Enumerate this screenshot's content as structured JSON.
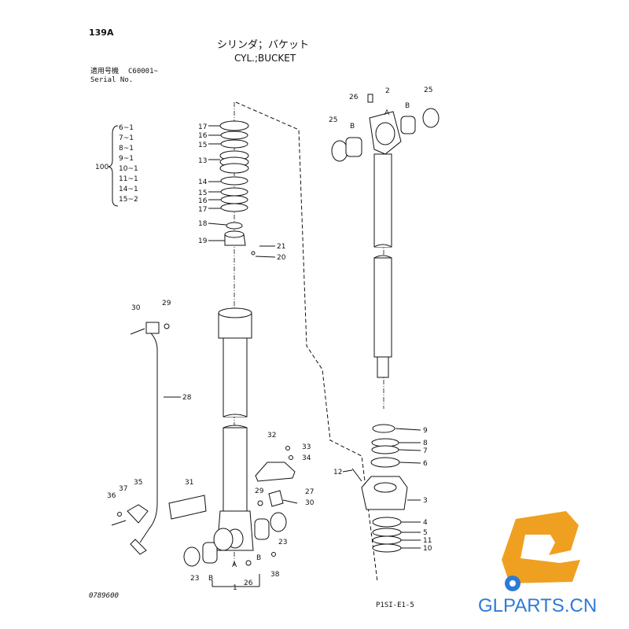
{
  "header": {
    "page_code": "139A",
    "title_jp": "シリンダ；バケット",
    "title_en": "CYL.;BUCKET",
    "serial_label_jp": "適用号機",
    "serial_value": "C60001~",
    "serial_label_en": "Serial No."
  },
  "kit": {
    "number": "100",
    "items": [
      "6~1",
      "7~1",
      "8~1",
      "9~1",
      "10~1",
      "11~1",
      "14~1",
      "15~2"
    ]
  },
  "callouts": {
    "c1": "1",
    "c2": "2",
    "c3": "3",
    "c4": "4",
    "c5": "5",
    "c6": "6",
    "c7": "7",
    "c8": "8",
    "c9": "9",
    "c10": "10",
    "c11": "11",
    "c12": "12",
    "c13": "13",
    "c14": "14",
    "c15a": "15",
    "c15b": "15",
    "c16a": "16",
    "c16b": "16",
    "c17a": "17",
    "c17b": "17",
    "c18": "18",
    "c19": "19",
    "c20": "20",
    "c21": "21",
    "c23a": "23",
    "c23b": "23",
    "c25a": "25",
    "c25b": "25",
    "c26a": "26",
    "c26b": "26",
    "c27": "27",
    "c28": "28",
    "c29a": "29",
    "c29b": "29",
    "c30a": "30",
    "c30b": "30",
    "c31": "31",
    "c32": "32",
    "c33": "33",
    "c34": "34",
    "c35": "35",
    "c36": "36",
    "c37": "37",
    "c38": "38",
    "A1": "A",
    "A2": "A",
    "B1": "B",
    "B2": "B",
    "B3": "B",
    "B4": "B"
  },
  "footer": {
    "drawing_no": "0789600",
    "sheet_ref": "P1SI-E1-5"
  },
  "watermark": {
    "brand_text": "GLPARTS.CN",
    "brand_orange": "#f0a020",
    "brand_blue": "#2e7bd6"
  }
}
